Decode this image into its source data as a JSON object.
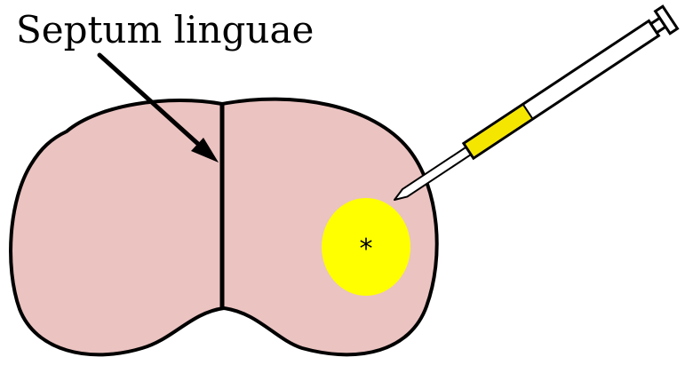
{
  "label": "Septum linguae",
  "injection_marker": "*",
  "colors": {
    "tongue_fill": "#ebc3c1",
    "outline": "#000000",
    "injection_area": "#ffff00",
    "syringe_fill": "#ffffff",
    "syringe_content": "#f5e600"
  },
  "icons": {
    "arrow": "arrow",
    "syringe": "syringe"
  }
}
